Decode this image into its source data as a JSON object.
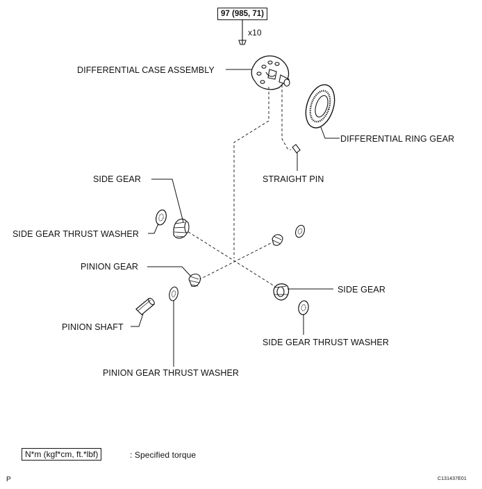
{
  "torque": {
    "value": "97 (985, 71)",
    "qty": "x10"
  },
  "labels": {
    "case": "DIFFERENTIAL CASE ASSEMBLY",
    "ring_gear": "DIFFERENTIAL RING GEAR",
    "straight_pin": "STRAIGHT PIN",
    "side_gear_left": "SIDE  GEAR",
    "side_washer_left": "SIDE GEAR THRUST WASHER",
    "pinion_gear": "PINION GEAR",
    "pinion_shaft": "PINION SHAFT",
    "pinion_washer": "PINION GEAR THRUST WASHER",
    "side_gear_right": "SIDE  GEAR",
    "side_washer_right": "SIDE GEAR THRUST WASHER"
  },
  "legend": {
    "units": "N*m (kgf*cm, ft.*lbf)",
    "text": ": Specified torque"
  },
  "footer": {
    "left": "P",
    "right": "C131437E01"
  }
}
